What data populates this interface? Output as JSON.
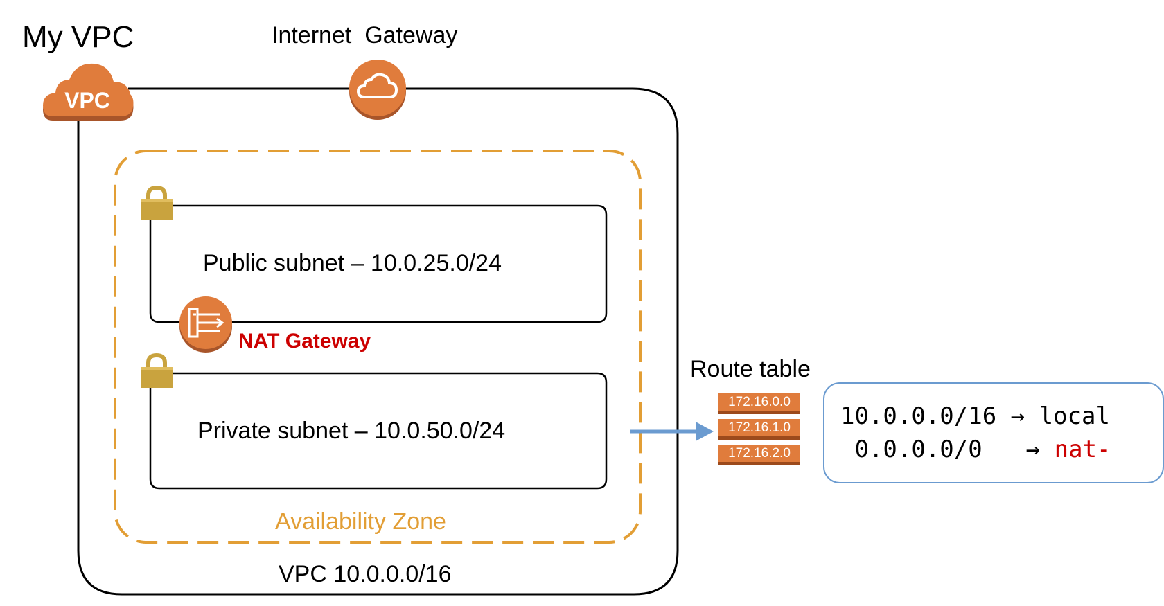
{
  "title": "My VPC",
  "vpc_icon_text": "VPC",
  "internet_gateway_label": "Internet  Gateway",
  "public_subnet_label": "Public subnet – 10.0.25.0/24",
  "private_subnet_label": "Private subnet – 10.0.50.0/24",
  "nat_gateway_label": "NAT Gateway",
  "availability_zone_label": "Availability Zone",
  "vpc_cidr_label": "VPC 10.0.0.0/16",
  "route_table": {
    "label": "Route table",
    "icon_entries": [
      "172.16.0.0",
      "172.16.1.0",
      "172.16.2.0"
    ],
    "routes": [
      {
        "destination": "10.0.0.0/16",
        "arrow": "→",
        "target": "local"
      },
      {
        "destination": " 0.0.0.0/0 ",
        "arrow": "→",
        "target": "nat-"
      }
    ]
  },
  "colors": {
    "aws_orange": "#e07c3c",
    "az_dash": "#e29e35",
    "lock_gold": "#c9a33e",
    "nat_red": "#cc0000",
    "arrow_blue": "#6b9bd0"
  }
}
